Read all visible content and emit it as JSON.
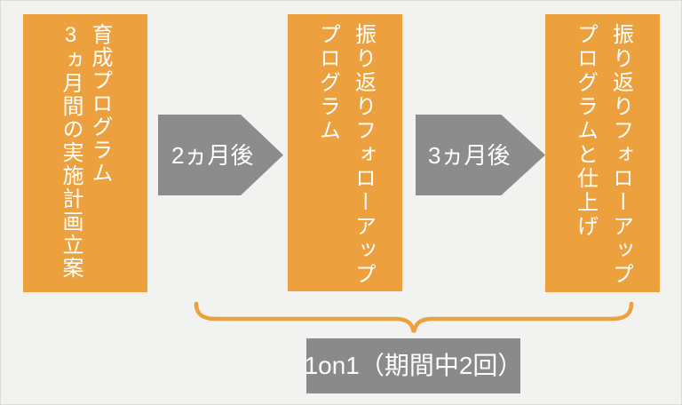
{
  "diagram": {
    "title_hint": "training-program-timeline",
    "boxes": [
      {
        "id": "plan",
        "text": "育成プログラム\n3ヵ月間の実施計画立案"
      },
      {
        "id": "followup1",
        "text": "振り返りフォローアップ\nプログラム"
      },
      {
        "id": "followup2",
        "text": "振り返りフォローアップ\nプログラムと仕上げ"
      }
    ],
    "arrows": [
      {
        "label": "2ヵ月後"
      },
      {
        "label": "3ヵ月後"
      }
    ],
    "bottom_label": "1on1（期間中2回）",
    "colors": {
      "box_orange": "#ECA13E",
      "arrow_gray": "#8C8C8C",
      "label_gray": "#8A8A8A",
      "brace_orange": "#ECA13E",
      "background": "#F2F2F0",
      "text": "#FFFFFF"
    }
  }
}
